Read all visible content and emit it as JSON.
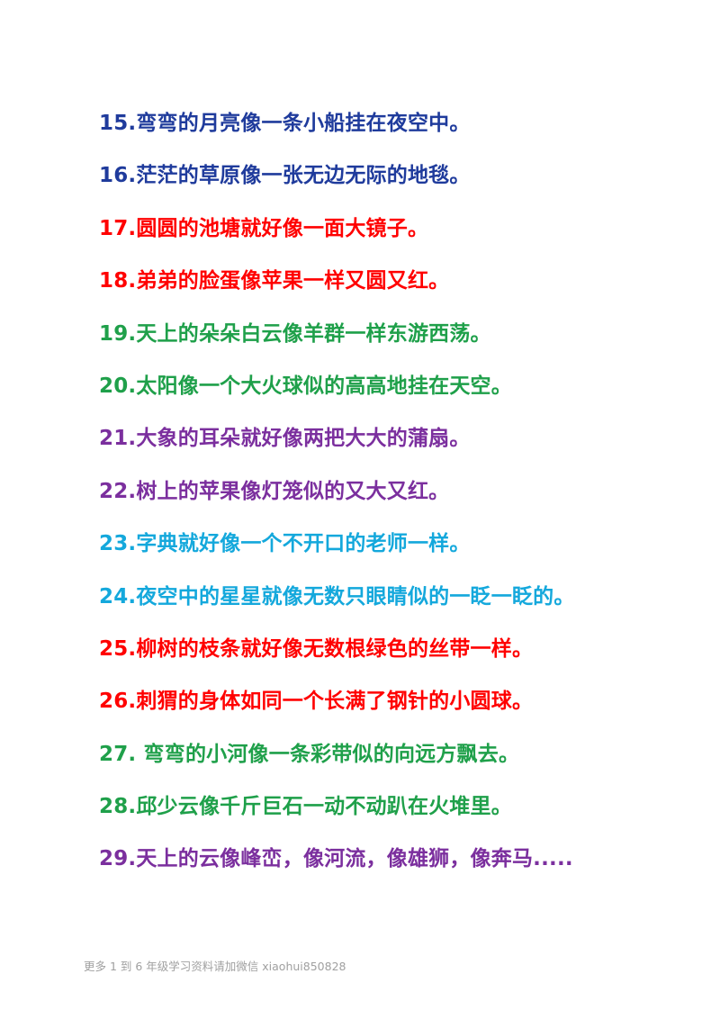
{
  "sentences": [
    {
      "text": "15.弯弯的月亮像一条小船挂在夜空中。",
      "color": "#1f3b9c"
    },
    {
      "text": "16.茫茫的草原像一张无边无际的地毯。",
      "color": "#1f3b9c"
    },
    {
      "text": "17.圆圆的池塘就好像一面大镜子。",
      "color": "#ff0000"
    },
    {
      "text": "18.弟弟的脸蛋像苹果一样又圆又红。",
      "color": "#ff0000"
    },
    {
      "text": "19.天上的朵朵白云像羊群一样东游西荡。",
      "color": "#1fa04a"
    },
    {
      "text": "20.太阳像一个大火球似的高高地挂在天空。",
      "color": "#1fa04a"
    },
    {
      "text": "21.大象的耳朵就好像两把大大的蒲扇。",
      "color": "#7b2f9e"
    },
    {
      "text": "22.树上的苹果像灯笼似的又大又红。",
      "color": "#7b2f9e"
    },
    {
      "text": "23.字典就好像一个不开口的老师一样。",
      "color": "#14a8dc"
    },
    {
      "text": "24.夜空中的星星就像无数只眼睛似的一眨一眨的。",
      "color": "#14a8dc"
    },
    {
      "text": "25.柳树的枝条就好像无数根绿色的丝带一样。",
      "color": "#ff0000"
    },
    {
      "text": "26.刺猬的身体如同一个长满了钢针的小圆球。",
      "color": "#ff0000"
    },
    {
      "text": "27.  弯弯的小河像一条彩带似的向远方飘去。",
      "color": "#1fa04a"
    },
    {
      "text": "28.邱少云像千斤巨石一动不动趴在火堆里。",
      "color": "#1fa04a"
    },
    {
      "text": "29.天上的云像峰峦，像河流，像雄狮，像奔马.....",
      "color": "#7b2f9e"
    }
  ],
  "footer": {
    "text": "更多 1 到 6 年级学习资料请加微信 xiaohui850828"
  }
}
